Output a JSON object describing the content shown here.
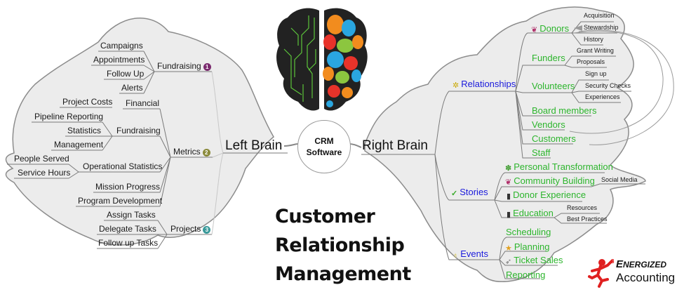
{
  "center": {
    "line1": "CRM",
    "line2": "Software"
  },
  "title": {
    "line1": "Customer",
    "line2": "Relationship",
    "line3": "Management"
  },
  "logo": {
    "brand_top_first": "E",
    "brand_top_rest": "NERGIZED",
    "brand_bottom": "Accounting",
    "icon": "running-figure-icon"
  },
  "left_brain": {
    "label": "Left Brain",
    "branches": [
      {
        "label": "Fundraising",
        "badge": "1",
        "badge_color": "#7a2a6e",
        "children": [
          "Campaigns",
          "Appointments",
          "Follow Up",
          "Alerts"
        ]
      },
      {
        "label": "Metrics",
        "badge": "2",
        "badge_color": "#8a8a3a",
        "children": [
          {
            "label": "Financial",
            "children": [
              "Project Costs"
            ]
          },
          {
            "label": "Fundraising",
            "children": [
              "Pipeline Reporting",
              "Statistics",
              "Management"
            ]
          },
          {
            "label": "Operational Statistics",
            "children": [
              "People Served",
              "Service Hours"
            ]
          },
          {
            "label": "Mission Progress"
          },
          {
            "label": "Program Development"
          }
        ]
      },
      {
        "label": "Projects",
        "badge": "3",
        "badge_color": "#3a9a9a",
        "children": [
          "Assign Tasks",
          "Delegate Tasks",
          "Follow up Tasks"
        ]
      }
    ]
  },
  "right_brain": {
    "label": "Right Brain",
    "branches": [
      {
        "label": "Relationships",
        "icon": "magic-wand-icon",
        "children": [
          {
            "label": "Donors",
            "icon": "people-group-icon",
            "children": [
              "Acquisition",
              "Stewardship",
              "History"
            ]
          },
          {
            "label": "Funders",
            "children": [
              "Grant Writing",
              "Proposals"
            ]
          },
          {
            "label": "Volunteers",
            "children": [
              "Sign up",
              "Security Checks",
              "Experiences"
            ]
          },
          {
            "label": "Board members"
          },
          {
            "label": "Vendors"
          },
          {
            "label": "Customers"
          },
          {
            "label": "Staff"
          }
        ]
      },
      {
        "label": "Stories",
        "icon": "checkmark-icon",
        "children": [
          {
            "label": "Personal Transformation",
            "icon": "flower-icon"
          },
          {
            "label": "Community Building",
            "icon": "people-icon",
            "children": [
              "Social Media"
            ]
          },
          {
            "label": "Donor Experience",
            "icon": "traffic-light-icon"
          },
          {
            "label": "Education",
            "icon": "traffic-light-icon",
            "children": [
              "Resources",
              "Best Practices"
            ]
          }
        ]
      },
      {
        "label": "Events",
        "icon": "lightbulb-icon",
        "children": [
          {
            "label": "Scheduling"
          },
          {
            "label": "Planning",
            "icon": "star-icon"
          },
          {
            "label": "Ticket Sales",
            "icon": "rocket-icon"
          },
          {
            "label": "Reporting"
          }
        ]
      }
    ]
  },
  "colors": {
    "cloud_fill": "#ececec",
    "cloud_stroke": "#8c8c8c",
    "green_text": "#2db52d",
    "blue_text": "#1a1adc"
  }
}
